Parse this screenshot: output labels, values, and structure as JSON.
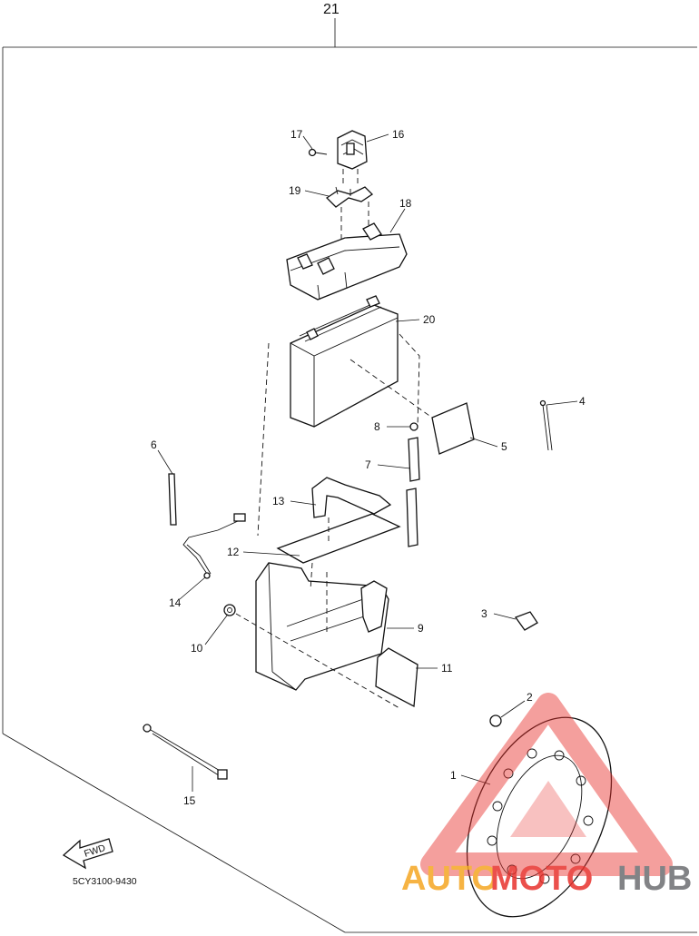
{
  "diagram": {
    "assembly_number": "21",
    "drawing_code": "5CY3100-9430",
    "fwd_label": "FWD",
    "callouts": [
      "1",
      "2",
      "3",
      "4",
      "5",
      "6",
      "7",
      "8",
      "9",
      "10",
      "11",
      "12",
      "13",
      "14",
      "15",
      "16",
      "17",
      "18",
      "19",
      "20"
    ]
  },
  "watermark": {
    "part1": "AUTO",
    "part2": "MOTO",
    "part3": "HUB",
    "colors": {
      "orange": "#f5a623",
      "red": "#e8322d",
      "gray": "#6d6e71"
    }
  }
}
